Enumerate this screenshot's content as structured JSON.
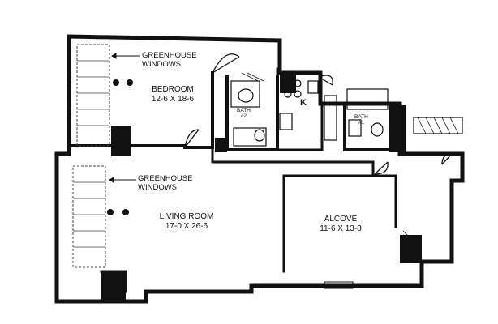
{
  "plan": {
    "bedroom": {
      "name": "Bedroom",
      "dims": "12-6 x 18-6"
    },
    "living_room": {
      "name": "Living Room",
      "dims": "17-0 x 26-6"
    },
    "alcove": {
      "name": "Alcove",
      "dims": "11-6 x 13-8"
    },
    "greenhouse_top": {
      "line1": "Greenhouse",
      "line2": "Windows"
    },
    "greenhouse_mid": {
      "line1": "Greenhouse",
      "line2": "Windows"
    },
    "bath_2": {
      "line1": "Bath",
      "line2": "#2"
    },
    "bath_1": {
      "line1": "Bath",
      "line2": "#1"
    },
    "kitchen": {
      "label": "K"
    }
  }
}
